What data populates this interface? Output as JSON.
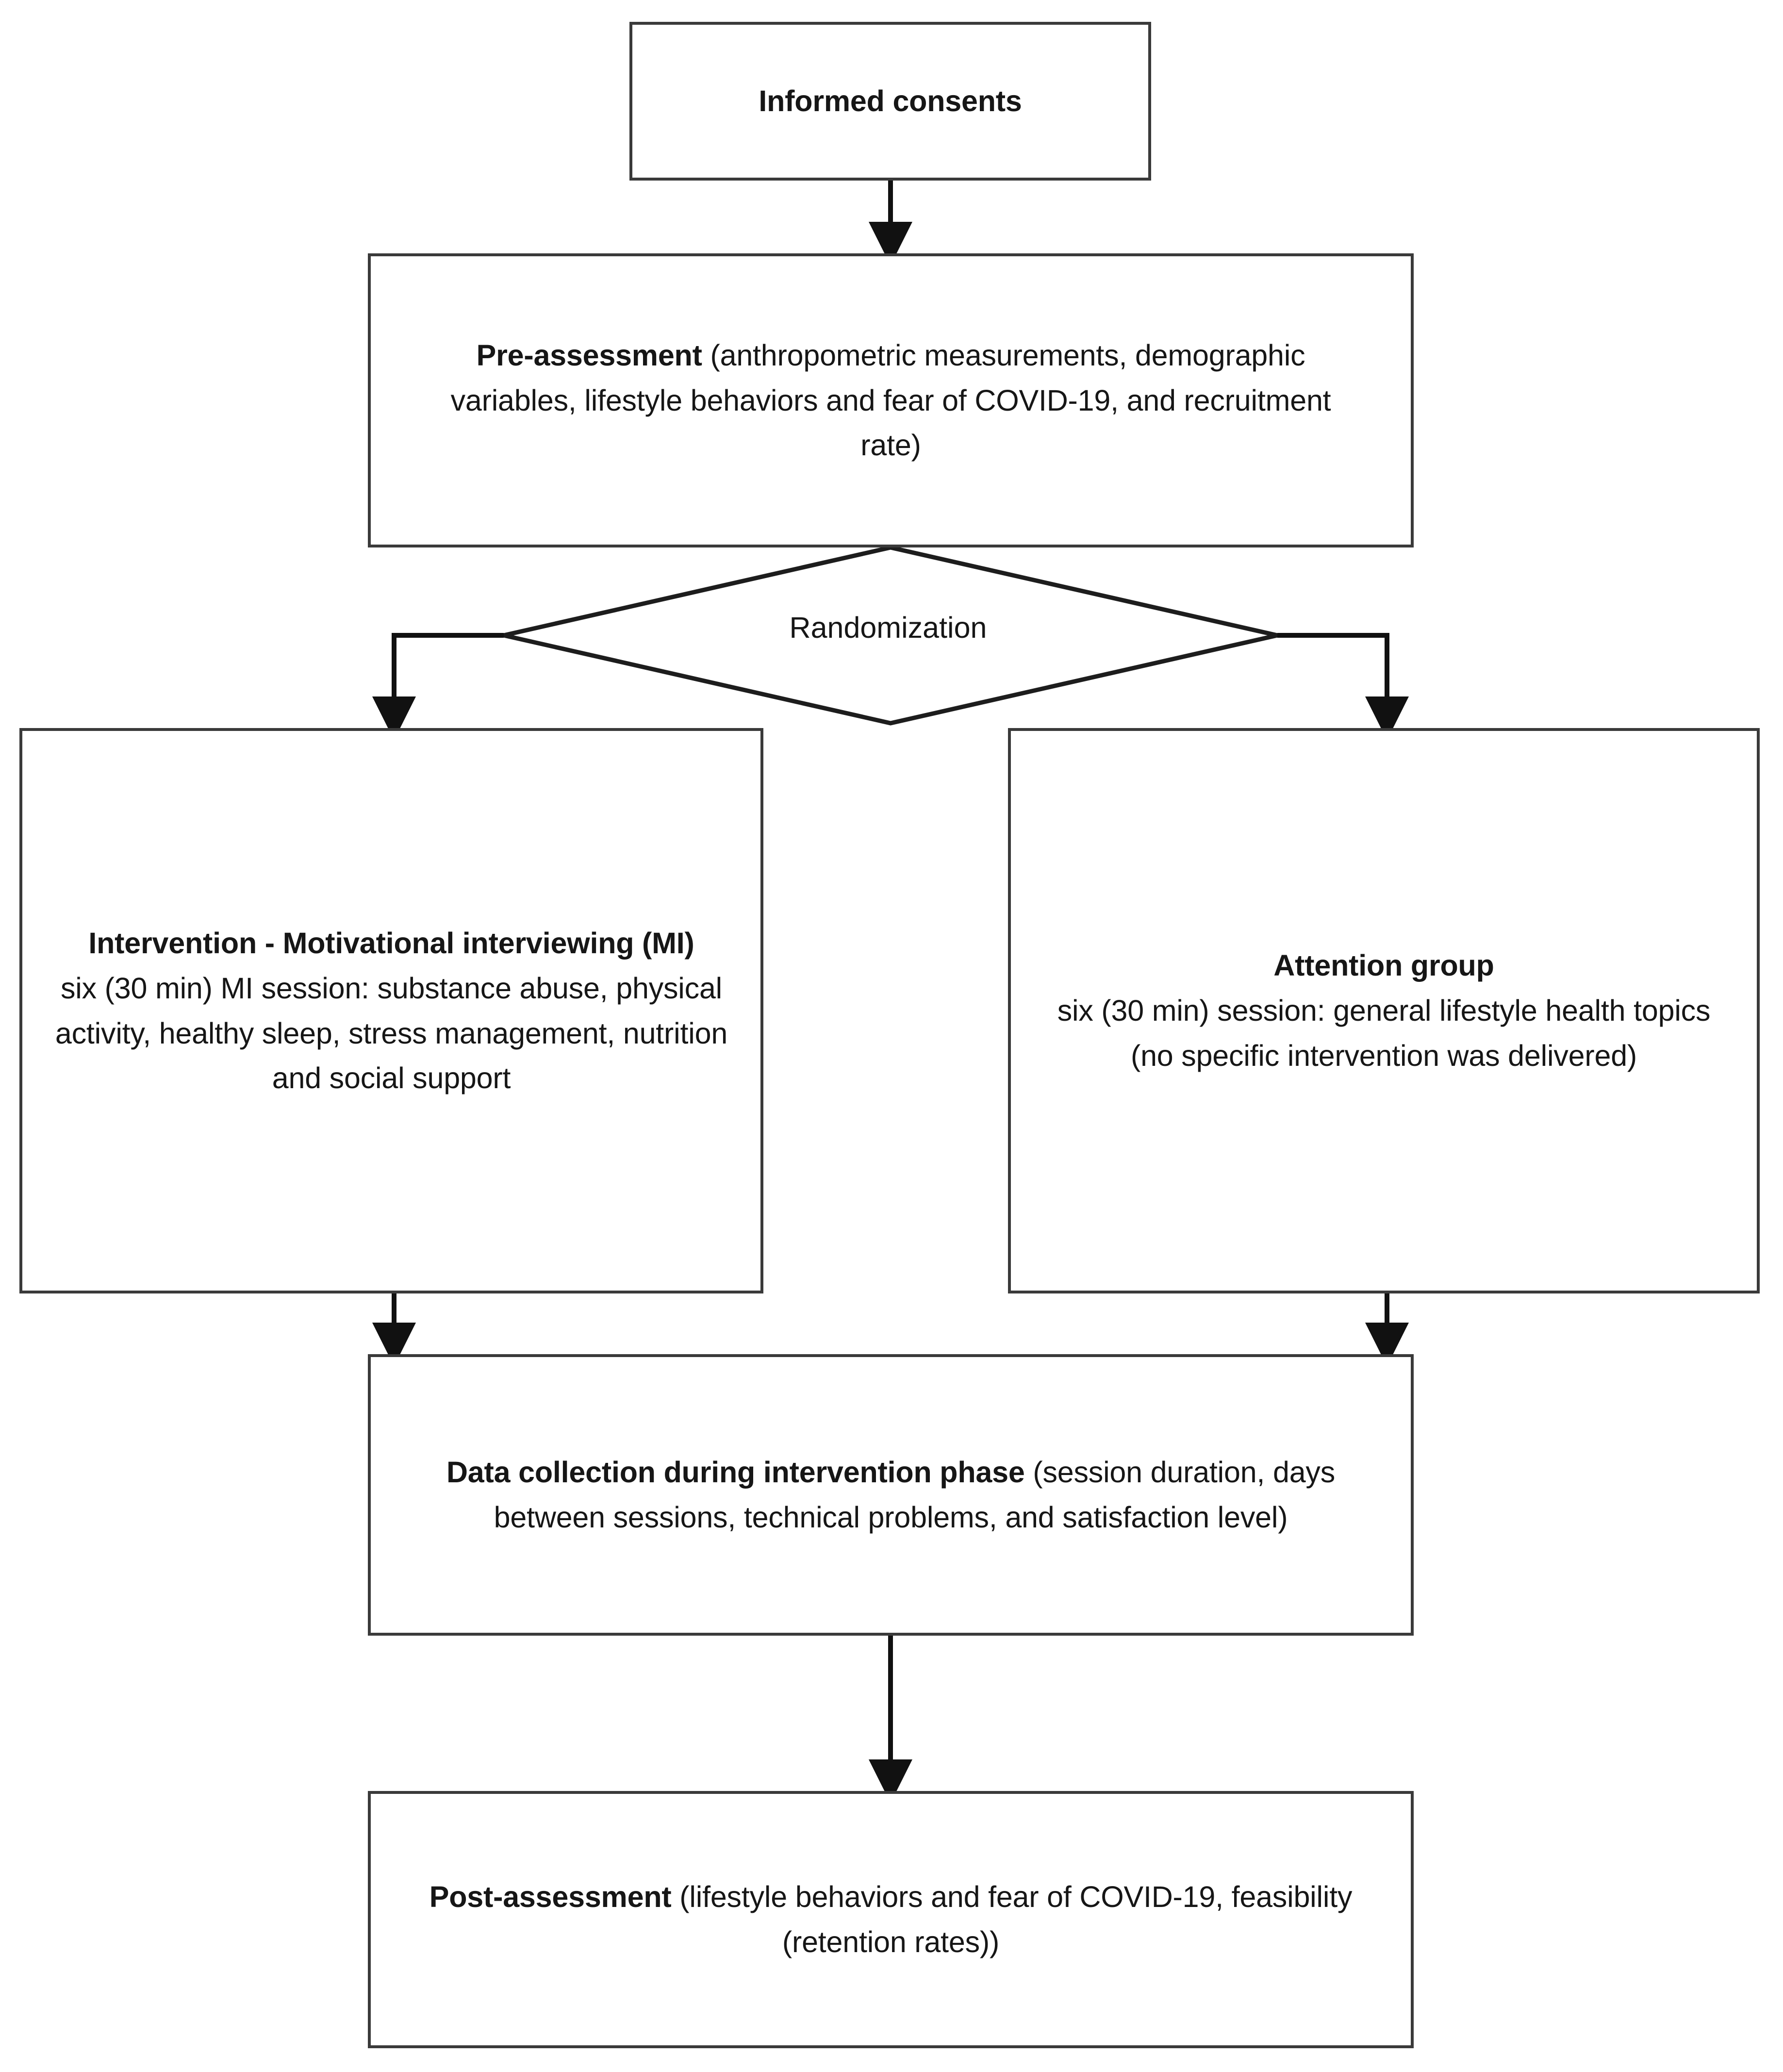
{
  "diagram": {
    "type": "flowchart",
    "title": "Study design flow diagram",
    "colors": {
      "stroke": "#3a3a3a",
      "arrow": "#111111",
      "text": "#161616",
      "background": "#ffffff"
    },
    "nodes": {
      "informed_consents": {
        "shape": "rectangle",
        "label_bold": "Informed consents",
        "label_plain": ""
      },
      "pre_assessment": {
        "shape": "rectangle",
        "label_bold": "Pre-assessment ",
        "label_plain": "(anthropometric measurements, demographic variables, lifestyle behaviors and fear of COVID-19, and recruitment rate)"
      },
      "randomization": {
        "shape": "diamond",
        "label_plain": "Randomization"
      },
      "intervention": {
        "shape": "rectangle",
        "label_bold": "Intervention - Motivational interviewing (MI)",
        "label_plain": "six (30 min) MI session: substance abuse, physical activity, healthy sleep, stress management, nutrition and social support"
      },
      "attention_group": {
        "shape": "rectangle",
        "label_bold": "Attention group",
        "label_plain": "six (30 min) session: general lifestyle health topics (no specific intervention was delivered)"
      },
      "data_collection": {
        "shape": "rectangle",
        "label_bold": "Data collection during intervention phase ",
        "label_plain": "(session duration, days between sessions, technical problems, and satisfaction level)"
      },
      "post_assessment": {
        "shape": "rectangle",
        "label_bold": "Post-assessment ",
        "label_plain": "(lifestyle behaviors and fear of COVID-19, feasibility (retention rates))"
      }
    },
    "edges": [
      {
        "from": "informed_consents",
        "to": "pre_assessment",
        "style": "arrow-down"
      },
      {
        "from": "pre_assessment",
        "to": "randomization",
        "style": "line-down"
      },
      {
        "from": "randomization",
        "to": "intervention",
        "style": "elbow-left-arrow-down"
      },
      {
        "from": "randomization",
        "to": "attention_group",
        "style": "elbow-right-arrow-down"
      },
      {
        "from": "intervention",
        "to": "data_collection",
        "style": "arrow-down"
      },
      {
        "from": "attention_group",
        "to": "data_collection",
        "style": "arrow-down"
      },
      {
        "from": "data_collection",
        "to": "post_assessment",
        "style": "arrow-down"
      }
    ]
  }
}
